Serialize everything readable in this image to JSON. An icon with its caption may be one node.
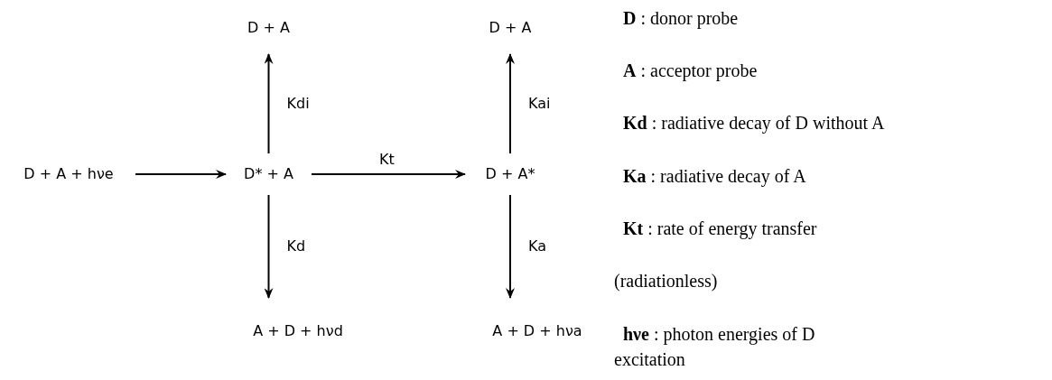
{
  "diagram": {
    "nodes": [
      {
        "text": [
          "D + A"
        ]
      },
      {
        "text": [
          "D + A"
        ]
      },
      {
        "text": [
          "D + A + hνe"
        ]
      },
      {
        "text": [
          "D* + A"
        ]
      },
      {
        "text": [
          "D + A*"
        ]
      },
      {
        "text": [
          "A + D + hνd"
        ]
      },
      {
        "text": [
          "A + D + hνa"
        ]
      }
    ],
    "edges": [
      {
        "from": 2,
        "to": 3,
        "arrow": "to"
      },
      {
        "from": 3,
        "to": 4,
        "arrow": "to",
        "label": "Kt"
      },
      {
        "from": 3,
        "to": 0,
        "arrow": "to",
        "label": "Kdi"
      },
      {
        "from": 4,
        "to": 1,
        "arrow": "to",
        "label": "Kai"
      },
      {
        "from": 3,
        "to": 5,
        "arrow": "to",
        "label": "Kd"
      },
      {
        "from": 4,
        "to": 6,
        "arrow": "to",
        "label": "Ka"
      }
    ],
    "labels": [
      "**D** : donor probe",
      "**A** : acceptor probe",
      "**Kd** : radiative decay of D without A",
      "**Ka** : radiative decay of A",
      "**Kt** : rate of energy transfer",
      "(radiationless)",
      "**hνe** : photon energies of D",
      "excitation"
    ]
  }
}
